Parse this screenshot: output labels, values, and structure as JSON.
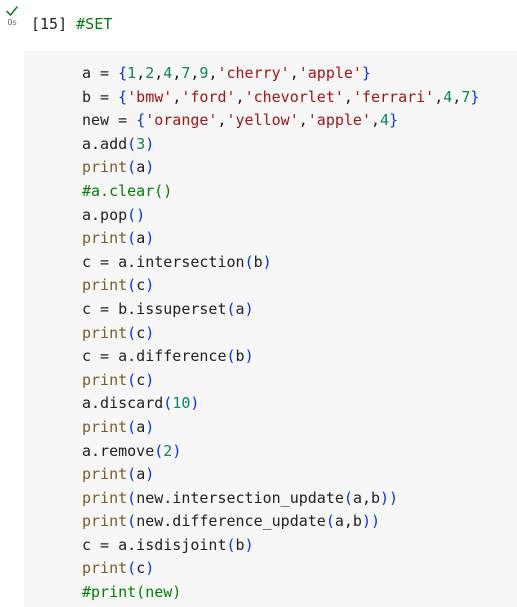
{
  "cell": {
    "run_time": "0s",
    "exec_count": "[15]",
    "header_comment": "#SET",
    "status_icon": "check-icon",
    "colors": {
      "default": "#212121",
      "function": "#795e26",
      "number": "#098658",
      "string": "#a31515",
      "bracket": "#0431fa",
      "comment": "#008000",
      "editor_background": "#f7f7f7",
      "check": "#188038"
    },
    "lines": [
      [
        [
          "a = ",
          "t-default"
        ],
        [
          "{",
          "t-brk"
        ],
        [
          "1",
          "t-num"
        ],
        [
          ",",
          "t-default"
        ],
        [
          "2",
          "t-num"
        ],
        [
          ",",
          "t-default"
        ],
        [
          "4",
          "t-num"
        ],
        [
          ",",
          "t-default"
        ],
        [
          "7",
          "t-num"
        ],
        [
          ",",
          "t-default"
        ],
        [
          "9",
          "t-num"
        ],
        [
          ",",
          "t-default"
        ],
        [
          "'cherry'",
          "t-str"
        ],
        [
          ",",
          "t-default"
        ],
        [
          "'apple'",
          "t-str"
        ],
        [
          "}",
          "t-brk"
        ]
      ],
      [
        [
          "b = ",
          "t-default"
        ],
        [
          "{",
          "t-brk"
        ],
        [
          "'bmw'",
          "t-str"
        ],
        [
          ",",
          "t-default"
        ],
        [
          "'ford'",
          "t-str"
        ],
        [
          ",",
          "t-default"
        ],
        [
          "'chevorlet'",
          "t-str"
        ],
        [
          ",",
          "t-default"
        ],
        [
          "'ferrari'",
          "t-str"
        ],
        [
          ",",
          "t-default"
        ],
        [
          "4",
          "t-num"
        ],
        [
          ",",
          "t-default"
        ],
        [
          "7",
          "t-num"
        ],
        [
          "}",
          "t-brk"
        ]
      ],
      [
        [
          "new = ",
          "t-default"
        ],
        [
          "{",
          "t-brk"
        ],
        [
          "'orange'",
          "t-str"
        ],
        [
          ",",
          "t-default"
        ],
        [
          "'yellow'",
          "t-str"
        ],
        [
          ",",
          "t-default"
        ],
        [
          "'apple'",
          "t-str"
        ],
        [
          ",",
          "t-default"
        ],
        [
          "4",
          "t-num"
        ],
        [
          "}",
          "t-brk"
        ]
      ],
      [
        [
          "a.add",
          "t-default"
        ],
        [
          "(",
          "t-brk"
        ],
        [
          "3",
          "t-num"
        ],
        [
          ")",
          "t-brk"
        ]
      ],
      [
        [
          "print",
          "t-func"
        ],
        [
          "(",
          "t-brk"
        ],
        [
          "a",
          "t-default"
        ],
        [
          ")",
          "t-brk"
        ]
      ],
      [
        [
          "#a.clear()",
          "t-com"
        ]
      ],
      [
        [
          "a.pop",
          "t-default"
        ],
        [
          "()",
          "t-brk"
        ]
      ],
      [
        [
          "print",
          "t-func"
        ],
        [
          "(",
          "t-brk"
        ],
        [
          "a",
          "t-default"
        ],
        [
          ")",
          "t-brk"
        ]
      ],
      [
        [
          "c = a.intersection",
          "t-default"
        ],
        [
          "(",
          "t-brk"
        ],
        [
          "b",
          "t-default"
        ],
        [
          ")",
          "t-brk"
        ]
      ],
      [
        [
          "print",
          "t-func"
        ],
        [
          "(",
          "t-brk"
        ],
        [
          "c",
          "t-default"
        ],
        [
          ")",
          "t-brk"
        ]
      ],
      [
        [
          "c = b.issuperset",
          "t-default"
        ],
        [
          "(",
          "t-brk"
        ],
        [
          "a",
          "t-default"
        ],
        [
          ")",
          "t-brk"
        ]
      ],
      [
        [
          "print",
          "t-func"
        ],
        [
          "(",
          "t-brk"
        ],
        [
          "c",
          "t-default"
        ],
        [
          ")",
          "t-brk"
        ]
      ],
      [
        [
          "c = a.difference",
          "t-default"
        ],
        [
          "(",
          "t-brk"
        ],
        [
          "b",
          "t-default"
        ],
        [
          ")",
          "t-brk"
        ]
      ],
      [
        [
          "print",
          "t-func"
        ],
        [
          "(",
          "t-brk"
        ],
        [
          "c",
          "t-default"
        ],
        [
          ")",
          "t-brk"
        ]
      ],
      [
        [
          "a.discard",
          "t-default"
        ],
        [
          "(",
          "t-brk"
        ],
        [
          "10",
          "t-num"
        ],
        [
          ")",
          "t-brk"
        ]
      ],
      [
        [
          "print",
          "t-func"
        ],
        [
          "(",
          "t-brk"
        ],
        [
          "a",
          "t-default"
        ],
        [
          ")",
          "t-brk"
        ]
      ],
      [
        [
          "a.remove",
          "t-default"
        ],
        [
          "(",
          "t-brk"
        ],
        [
          "2",
          "t-num"
        ],
        [
          ")",
          "t-brk"
        ]
      ],
      [
        [
          "print",
          "t-func"
        ],
        [
          "(",
          "t-brk"
        ],
        [
          "a",
          "t-default"
        ],
        [
          ")",
          "t-brk"
        ]
      ],
      [
        [
          "print",
          "t-func"
        ],
        [
          "(",
          "t-brk"
        ],
        [
          "new.intersection_update",
          "t-default"
        ],
        [
          "(",
          "t-brk"
        ],
        [
          "a,b",
          "t-default"
        ],
        [
          "))",
          "t-brk"
        ]
      ],
      [
        [
          "print",
          "t-func"
        ],
        [
          "(",
          "t-brk"
        ],
        [
          "new.difference_update",
          "t-default"
        ],
        [
          "(",
          "t-brk"
        ],
        [
          "a,b",
          "t-default"
        ],
        [
          "))",
          "t-brk"
        ]
      ],
      [
        [
          "c = a.isdisjoint",
          "t-default"
        ],
        [
          "(",
          "t-brk"
        ],
        [
          "b",
          "t-default"
        ],
        [
          ")",
          "t-brk"
        ]
      ],
      [
        [
          "print",
          "t-func"
        ],
        [
          "(",
          "t-brk"
        ],
        [
          "c",
          "t-default"
        ],
        [
          ")",
          "t-brk"
        ]
      ],
      [
        [
          "#print(new)",
          "t-com"
        ]
      ]
    ]
  }
}
